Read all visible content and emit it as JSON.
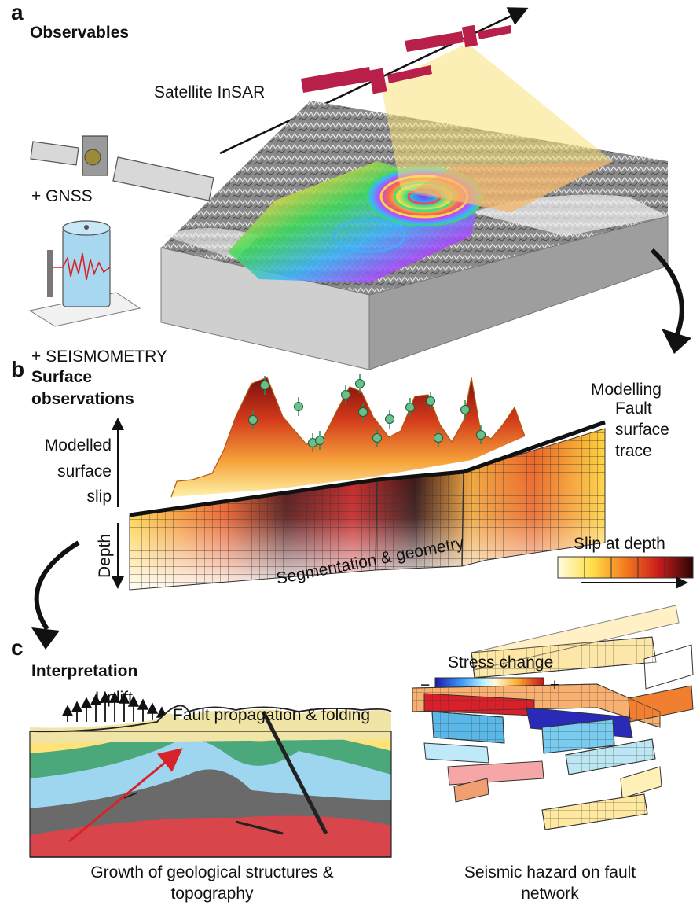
{
  "panel_a": {
    "letter": "a",
    "title": "Observables",
    "satellite_label": "Satellite InSAR",
    "gnss_label": "+ GNSS",
    "seismo_label": "+ SEISMOMETRY"
  },
  "panel_b": {
    "letter": "b",
    "title_line1": "Surface",
    "title_line2": "observations",
    "modelling_label": "Modelling",
    "fault_trace_line1": "Fault",
    "fault_trace_line2": "surface",
    "fault_trace_line3": "trace",
    "modelled_line1": "Modelled",
    "modelled_line2": "surface",
    "modelled_line3": "slip",
    "depth_label": "Depth",
    "slip_at_depth_label": "Slip at depth",
    "segmentation_label": "Segmentation & geometry"
  },
  "panel_c": {
    "letter": "c",
    "title": "Interpretation",
    "uplift_label": "Uplift",
    "fault_prop_label": "Fault propagation & folding",
    "stress_label": "Stress change",
    "minus_label": "−",
    "plus_label": "+",
    "growth_line1": "Growth of geological structures &",
    "growth_line2": "topography",
    "hazard_line1": "Seismic hazard on fault",
    "hazard_line2": "network"
  },
  "colors": {
    "satellite": "#b8204a",
    "beam": "#f7e27a",
    "slip_dark": "#3a0a0a",
    "slip_light": "#fff7b0"
  }
}
